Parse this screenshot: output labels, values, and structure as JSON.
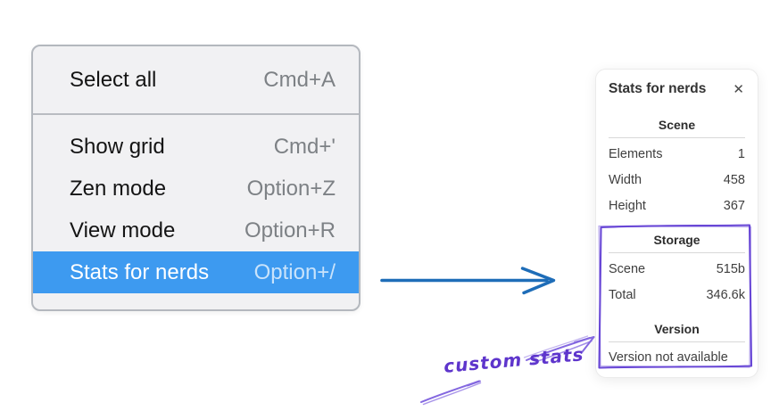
{
  "menu": {
    "items": [
      {
        "label": "Select all",
        "shortcut": "Cmd+A"
      },
      {
        "label": "Show grid",
        "shortcut": "Cmd+'"
      },
      {
        "label": "Zen mode",
        "shortcut": "Option+Z"
      },
      {
        "label": "View mode",
        "shortcut": "Option+R"
      },
      {
        "label": "Stats for nerds",
        "shortcut": "Option+/"
      }
    ],
    "selected_item": "Stats for nerds",
    "highlight_color": "#3d9af0"
  },
  "stats_panel": {
    "title": "Stats for nerds",
    "icons": {
      "close": "✕"
    },
    "sections": [
      {
        "heading": "Scene",
        "rows": [
          {
            "label": "Elements",
            "value": "1"
          },
          {
            "label": "Width",
            "value": "458"
          },
          {
            "label": "Height",
            "value": "367"
          }
        ]
      },
      {
        "heading": "Storage",
        "rows": [
          {
            "label": "Scene",
            "value": "515b"
          },
          {
            "label": "Total",
            "value": "346.6k"
          }
        ]
      },
      {
        "heading": "Version",
        "message": "Version not available"
      }
    ]
  },
  "annotations": {
    "label": "custom stats",
    "label_color": "#5e35cc",
    "sketch_color": "#6847d6",
    "arrow_color": "#8468e0",
    "flow_arrow_color": "#1e6db8"
  }
}
